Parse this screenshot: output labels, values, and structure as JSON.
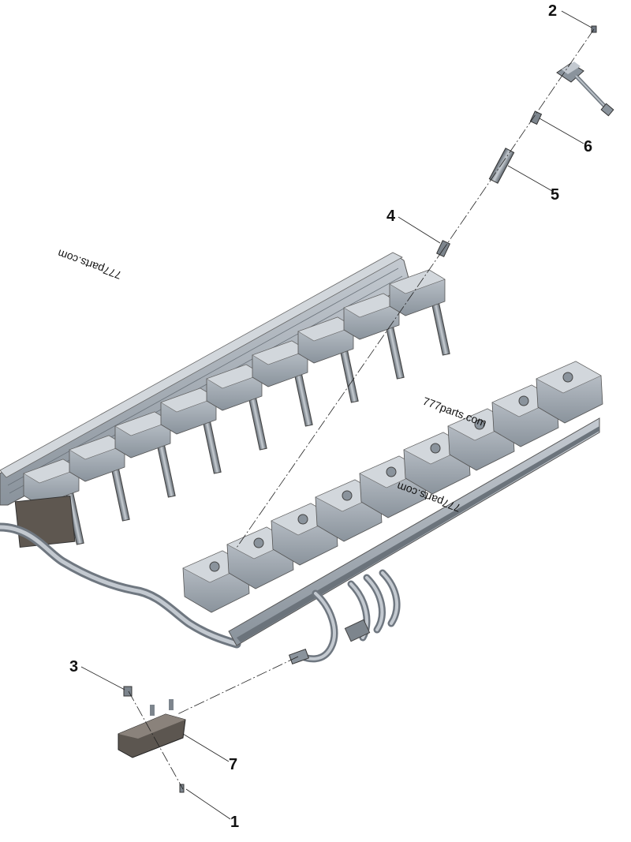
{
  "callouts": {
    "c1": "1",
    "c2": "2",
    "c3": "3",
    "c4": "4",
    "c5": "5",
    "c6": "6",
    "c7": "7"
  },
  "watermarks": {
    "upper_left": "777parts.com",
    "center": "777parts.com",
    "center_mirrored": "777parts.com"
  },
  "colors": {
    "part_fill": "#9aa3ad",
    "part_dark": "#6d7680",
    "part_light": "#c3c9d0",
    "bracket": "#5c5650",
    "line": "#222222"
  }
}
